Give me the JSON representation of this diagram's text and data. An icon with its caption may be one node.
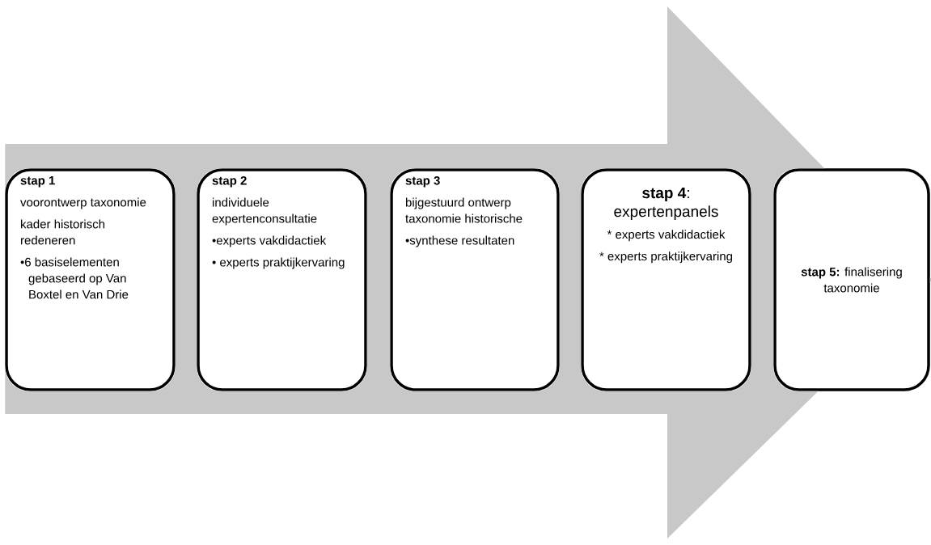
{
  "diagram": {
    "nodes": [
      {
        "text": [
          "stap 1",
          "voorontwerp taxonomie",
          "kader historisch redeneren",
          "•6 basiselementen gebaseerd op Van Boxtel en Van Drie"
        ]
      },
      {
        "text": [
          "stap 2",
          "individuele expertenconsultatie",
          "•experts vakdidactiek",
          "• experts praktijkervaring"
        ]
      },
      {
        "text": [
          "stap 3",
          "bijgestuurd ontwerp taxonomie historische",
          "•synthese resultaten"
        ]
      },
      {
        "text": [
          "**stap 4**: expertenpanels",
          "* experts vakdidactiek",
          "* experts praktijkervaring"
        ]
      },
      {
        "text": [
          "**stap 5:** finalisering taxonomie"
        ]
      }
    ],
    "edges": [
      {
        "from": 0,
        "to": 4,
        "arrow": "to"
      }
    ]
  }
}
